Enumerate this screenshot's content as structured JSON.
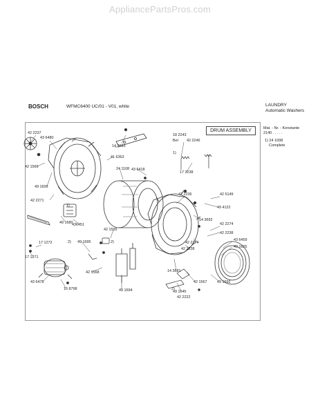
{
  "watermark": "AppliancePartsPros.com",
  "header": {
    "brand": "BOSCH",
    "model": "WFMC6400 UC/01 - V01, white",
    "category": "LAUNDRY",
    "subcategory": "Automatic Washers"
  },
  "section_title": "DRUM ASSEMBLY",
  "side_panel": {
    "line1": "Mat. - Nr. - Konstante",
    "line2": "2140 . . . . .",
    "line3": "1)  24 1098",
    "line4": "Complete"
  },
  "bel_label": "Bel",
  "parts": [
    "42 2237",
    "43 6480",
    "42 1566",
    "49 1606",
    "42 2271",
    "49 1680",
    "436451",
    "17 1272",
    "17 1271",
    "43 6478",
    "16 8798",
    "18 2243",
    "14 3683",
    "41 6363",
    "24 1108",
    "43 6418",
    "42 2246",
    "17 3238",
    "42 2236",
    "42 5149",
    "49 4122",
    "14 3692",
    "42 2274",
    "42 2238",
    "42 2274",
    "42 2238",
    "43 6459",
    "49 1625",
    "49 1692",
    "42 1567",
    "42 2222",
    "49 1645",
    "14 3681",
    "49 1694",
    "42 1568",
    "49 1695",
    "42 1595"
  ],
  "callouts": [
    "1)",
    "1)",
    "2)",
    "2)",
    "2)"
  ]
}
